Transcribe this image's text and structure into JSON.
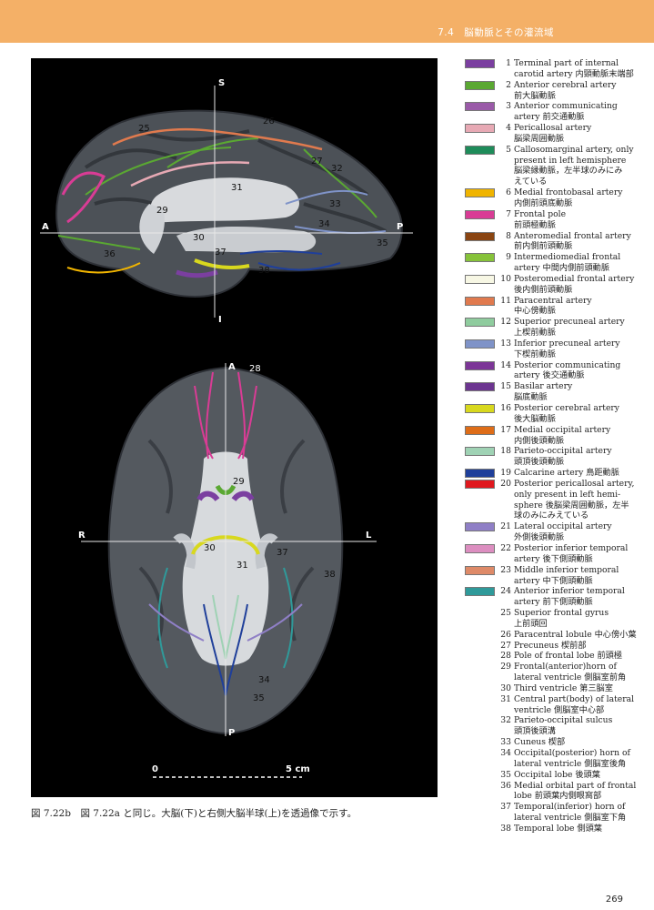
{
  "header": {
    "text": "7.4　脳動脈とその灌流域",
    "color": "#f4b067"
  },
  "figure": {
    "labels": {
      "S": "S",
      "I": "I",
      "A_top": "A",
      "P_top": "P",
      "A_bottom": "A",
      "P_bottom": "P",
      "R": "R",
      "L": "L",
      "scale_0": "0",
      "scale_5": "5 cm"
    },
    "sagittal_numbers": [
      "25",
      "26",
      "27",
      "32",
      "33",
      "31",
      "29",
      "34",
      "35",
      "36",
      "30",
      "37",
      "38"
    ],
    "axial_numbers": [
      "28",
      "29",
      "30",
      "31",
      "37",
      "38",
      "34",
      "35"
    ]
  },
  "caption": "図 7.22b　図 7.22a と同じ。大脳(下)と右側大脳半球(上)を透過像で示す。",
  "page_number": "269",
  "legend": [
    {
      "num": "1",
      "lines": [
        "Terminal part of internal",
        "carotid artery 内頸動脈末端部"
      ],
      "color": "#7b3fa0"
    },
    {
      "num": "2",
      "lines": [
        "Anterior cerebral artery",
        "前大脳動脈"
      ],
      "color": "#5aa832"
    },
    {
      "num": "3",
      "lines": [
        "Anterior communicating",
        "artery 前交通動脈"
      ],
      "color": "#9a5aa8"
    },
    {
      "num": "4",
      "lines": [
        "Pericallosal artery",
        "脳梁周囲動脈"
      ],
      "color": "#e7a9b4"
    },
    {
      "num": "5",
      "lines": [
        "Callosomarginal artery, only",
        "present in left hemisphere",
        "脳梁縁動脈，左半球のみにみ",
        "えている"
      ],
      "color": "#1e8c5a"
    },
    {
      "num": "6",
      "lines": [
        "Medial frontobasal artery",
        "内側前頭底動脈"
      ],
      "color": "#f0b400"
    },
    {
      "num": "7",
      "lines": [
        "Frontal pole",
        "前頭極動脈"
      ],
      "color": "#d93c95"
    },
    {
      "num": "8",
      "lines": [
        "Anteromedial frontal artery",
        "前内側前頭動脈"
      ],
      "color": "#8a4512"
    },
    {
      "num": "9",
      "lines": [
        "Intermediomedial frontal",
        "artery 中間内側前頭動脈"
      ],
      "color": "#86c23a"
    },
    {
      "num": "10",
      "lines": [
        "Posteromedial frontal artery",
        "後内側前頭動脈"
      ],
      "color": "#f7f7e4"
    },
    {
      "num": "11",
      "lines": [
        "Paracentral artery",
        "中心傍動脈"
      ],
      "color": "#e07a4e"
    },
    {
      "num": "12",
      "lines": [
        "Superior precuneal artery",
        "上楔前動脈"
      ],
      "color": "#8fcc9e"
    },
    {
      "num": "13",
      "lines": [
        "Inferior precuneal artery",
        "下楔前動脈"
      ],
      "color": "#7f93c8"
    },
    {
      "num": "14",
      "lines": [
        "Posterior communicating",
        "artery 後交通動脈"
      ],
      "color": "#7c3597"
    },
    {
      "num": "15",
      "lines": [
        "Basilar artery",
        "脳底動脈"
      ],
      "color": "#6c3590"
    },
    {
      "num": "16",
      "lines": [
        "Posterior cerebral artery",
        "後大脳動脈"
      ],
      "color": "#d8d81e"
    },
    {
      "num": "17",
      "lines": [
        "Medial occipital artery",
        "内側後頭動脈"
      ],
      "color": "#de6d18"
    },
    {
      "num": "18",
      "lines": [
        "Parieto-occipital artery",
        "頭頂後頭動脈"
      ],
      "color": "#9fd2b4"
    },
    {
      "num": "19",
      "lines": [
        "Calcarine artery 鳥距動脈"
      ],
      "color": "#1f3f9a"
    },
    {
      "num": "20",
      "lines": [
        "Posterior pericallosal artery,",
        "only present in left hemi-",
        "sphere 後脳梁周囲動脈，左半",
        "球のみにみえている"
      ],
      "color": "#e0181e"
    },
    {
      "num": "21",
      "lines": [
        "Lateral occipital artery",
        "外側後頭動脈"
      ],
      "color": "#8f7fc6"
    },
    {
      "num": "22",
      "lines": [
        "Posterior inferior temporal",
        "artery 後下側頭動脈"
      ],
      "color": "#dc8ec0"
    },
    {
      "num": "23",
      "lines": [
        "Middle inferior temporal",
        "artery 中下側頭動脈"
      ],
      "color": "#de8a68"
    },
    {
      "num": "24",
      "lines": [
        "Anterior inferior temporal",
        "artery 前下側頭動脈"
      ],
      "color": "#2f9a9a"
    },
    {
      "num": "25",
      "lines": [
        "Superior frontal gyrus",
        "上前頭回"
      ],
      "color": ""
    },
    {
      "num": "26",
      "lines": [
        "Paracentral lobule 中心傍小葉"
      ],
      "color": ""
    },
    {
      "num": "27",
      "lines": [
        "Precuneus 楔前部"
      ],
      "color": ""
    },
    {
      "num": "28",
      "lines": [
        "Pole of frontal lobe 前頭極"
      ],
      "color": ""
    },
    {
      "num": "29",
      "lines": [
        "Frontal(anterior)horn of",
        "lateral ventricle 側脳室前角"
      ],
      "color": ""
    },
    {
      "num": "30",
      "lines": [
        "Third ventricle 第三脳室"
      ],
      "color": ""
    },
    {
      "num": "31",
      "lines": [
        "Central part(body) of lateral",
        "ventricle 側脳室中心部"
      ],
      "color": ""
    },
    {
      "num": "32",
      "lines": [
        "Parieto-occipital sulcus",
        "頭頂後頭溝"
      ],
      "color": ""
    },
    {
      "num": "33",
      "lines": [
        "Cuneus 楔部"
      ],
      "color": ""
    },
    {
      "num": "34",
      "lines": [
        "Occipital(posterior) horn of",
        "lateral ventricle 側脳室後角"
      ],
      "color": ""
    },
    {
      "num": "35",
      "lines": [
        "Occipital lobe 後頭葉"
      ],
      "color": ""
    },
    {
      "num": "36",
      "lines": [
        "Medial orbital part of frontal",
        "lobe 前頭葉内側眼窩部"
      ],
      "color": ""
    },
    {
      "num": "37",
      "lines": [
        "Temporal(inferior) horn of",
        "lateral ventricle 側脳室下角"
      ],
      "color": ""
    },
    {
      "num": "38",
      "lines": [
        "Temporal lobe 側頭葉"
      ],
      "color": ""
    }
  ]
}
